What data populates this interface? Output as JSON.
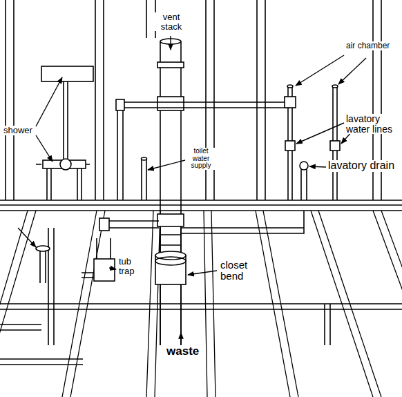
{
  "diagram": {
    "labels": [
      "shower",
      "vent stack",
      "air chamber",
      "toilet water supply",
      "lavatory water lines",
      "lavatory drain",
      "tub trap",
      "closet bend",
      "waste"
    ]
  }
}
